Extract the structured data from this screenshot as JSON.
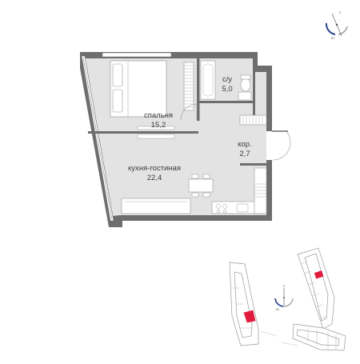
{
  "rooms": [
    {
      "name": "спальня",
      "area": "15,2"
    },
    {
      "name": "с/у",
      "area": "5,0"
    },
    {
      "name": "кор.",
      "area": "2,7"
    },
    {
      "name": "кухня-гостиная",
      "area": "22,4"
    }
  ],
  "compass_main": {
    "north": "С",
    "south": "Ю"
  },
  "compass_mini": {
    "north": "С",
    "south": "Ю"
  },
  "colors": {
    "wall": "#6e6e6e",
    "floor": "#e4e4e4",
    "furniture": "#ffffff",
    "highlight": "#e01b3c",
    "compass_blue": "#2a3f8f"
  }
}
